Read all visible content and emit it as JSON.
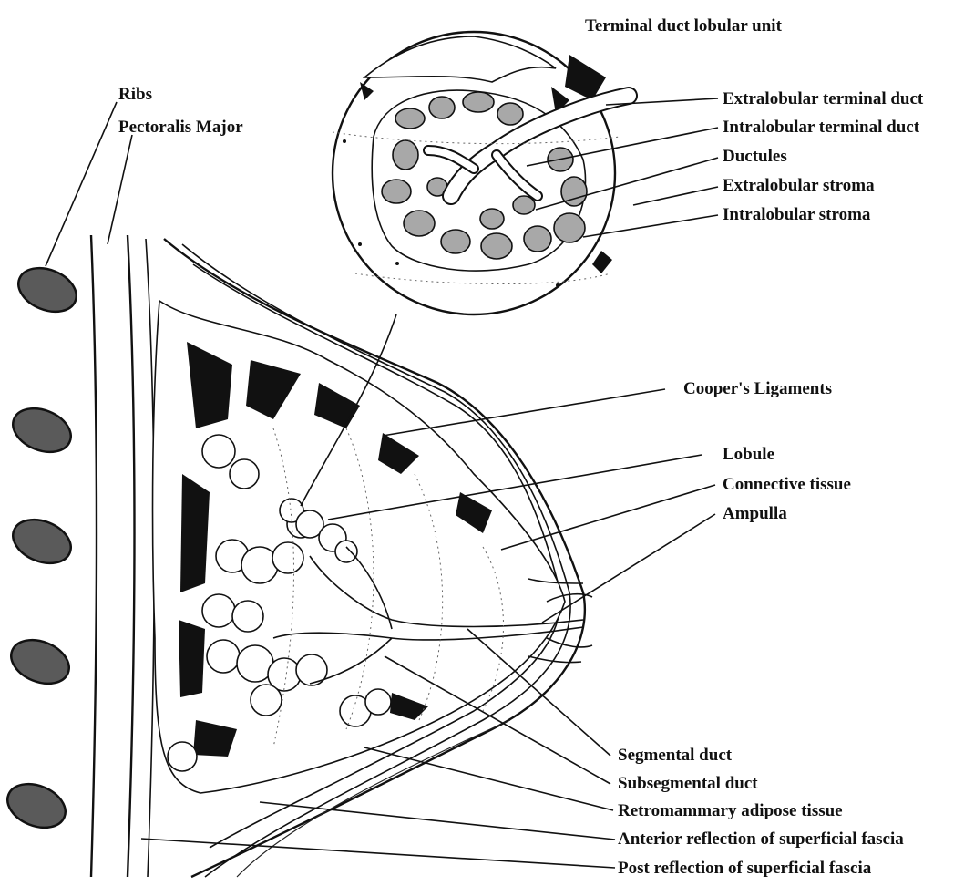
{
  "labels": {
    "terminal_duct_lobular_unit": "Terminal duct lobular unit",
    "ribs": "Ribs",
    "pectoralis_major": "Pectoralis Major",
    "extralobular_terminal_duct": "Extralobular terminal duct",
    "intralobular_terminal_duct": "Intralobular terminal duct",
    "ductules": "Ductules",
    "extralobular_stroma": "Extralobular stroma",
    "intralobular_stroma": "Intralobular stroma",
    "coopers_ligaments": "Cooper's Ligaments",
    "lobule": "Lobule",
    "connective_tissue": "Connective tissue",
    "ampulla": "Ampulla",
    "segmental_duct": "Segmental duct",
    "subsegmental_duct": "Subsegmental duct",
    "retromammary_adipose_tissue": "Retromammary adipose tissue",
    "anterior_reflection": "Anterior reflection of superficial fascia",
    "post_reflection": "Post reflection of superficial fascia"
  },
  "colors": {
    "ink": "#111111",
    "rib_fill": "#5a5a5a",
    "lobule_fill": "#a8a8a8"
  }
}
